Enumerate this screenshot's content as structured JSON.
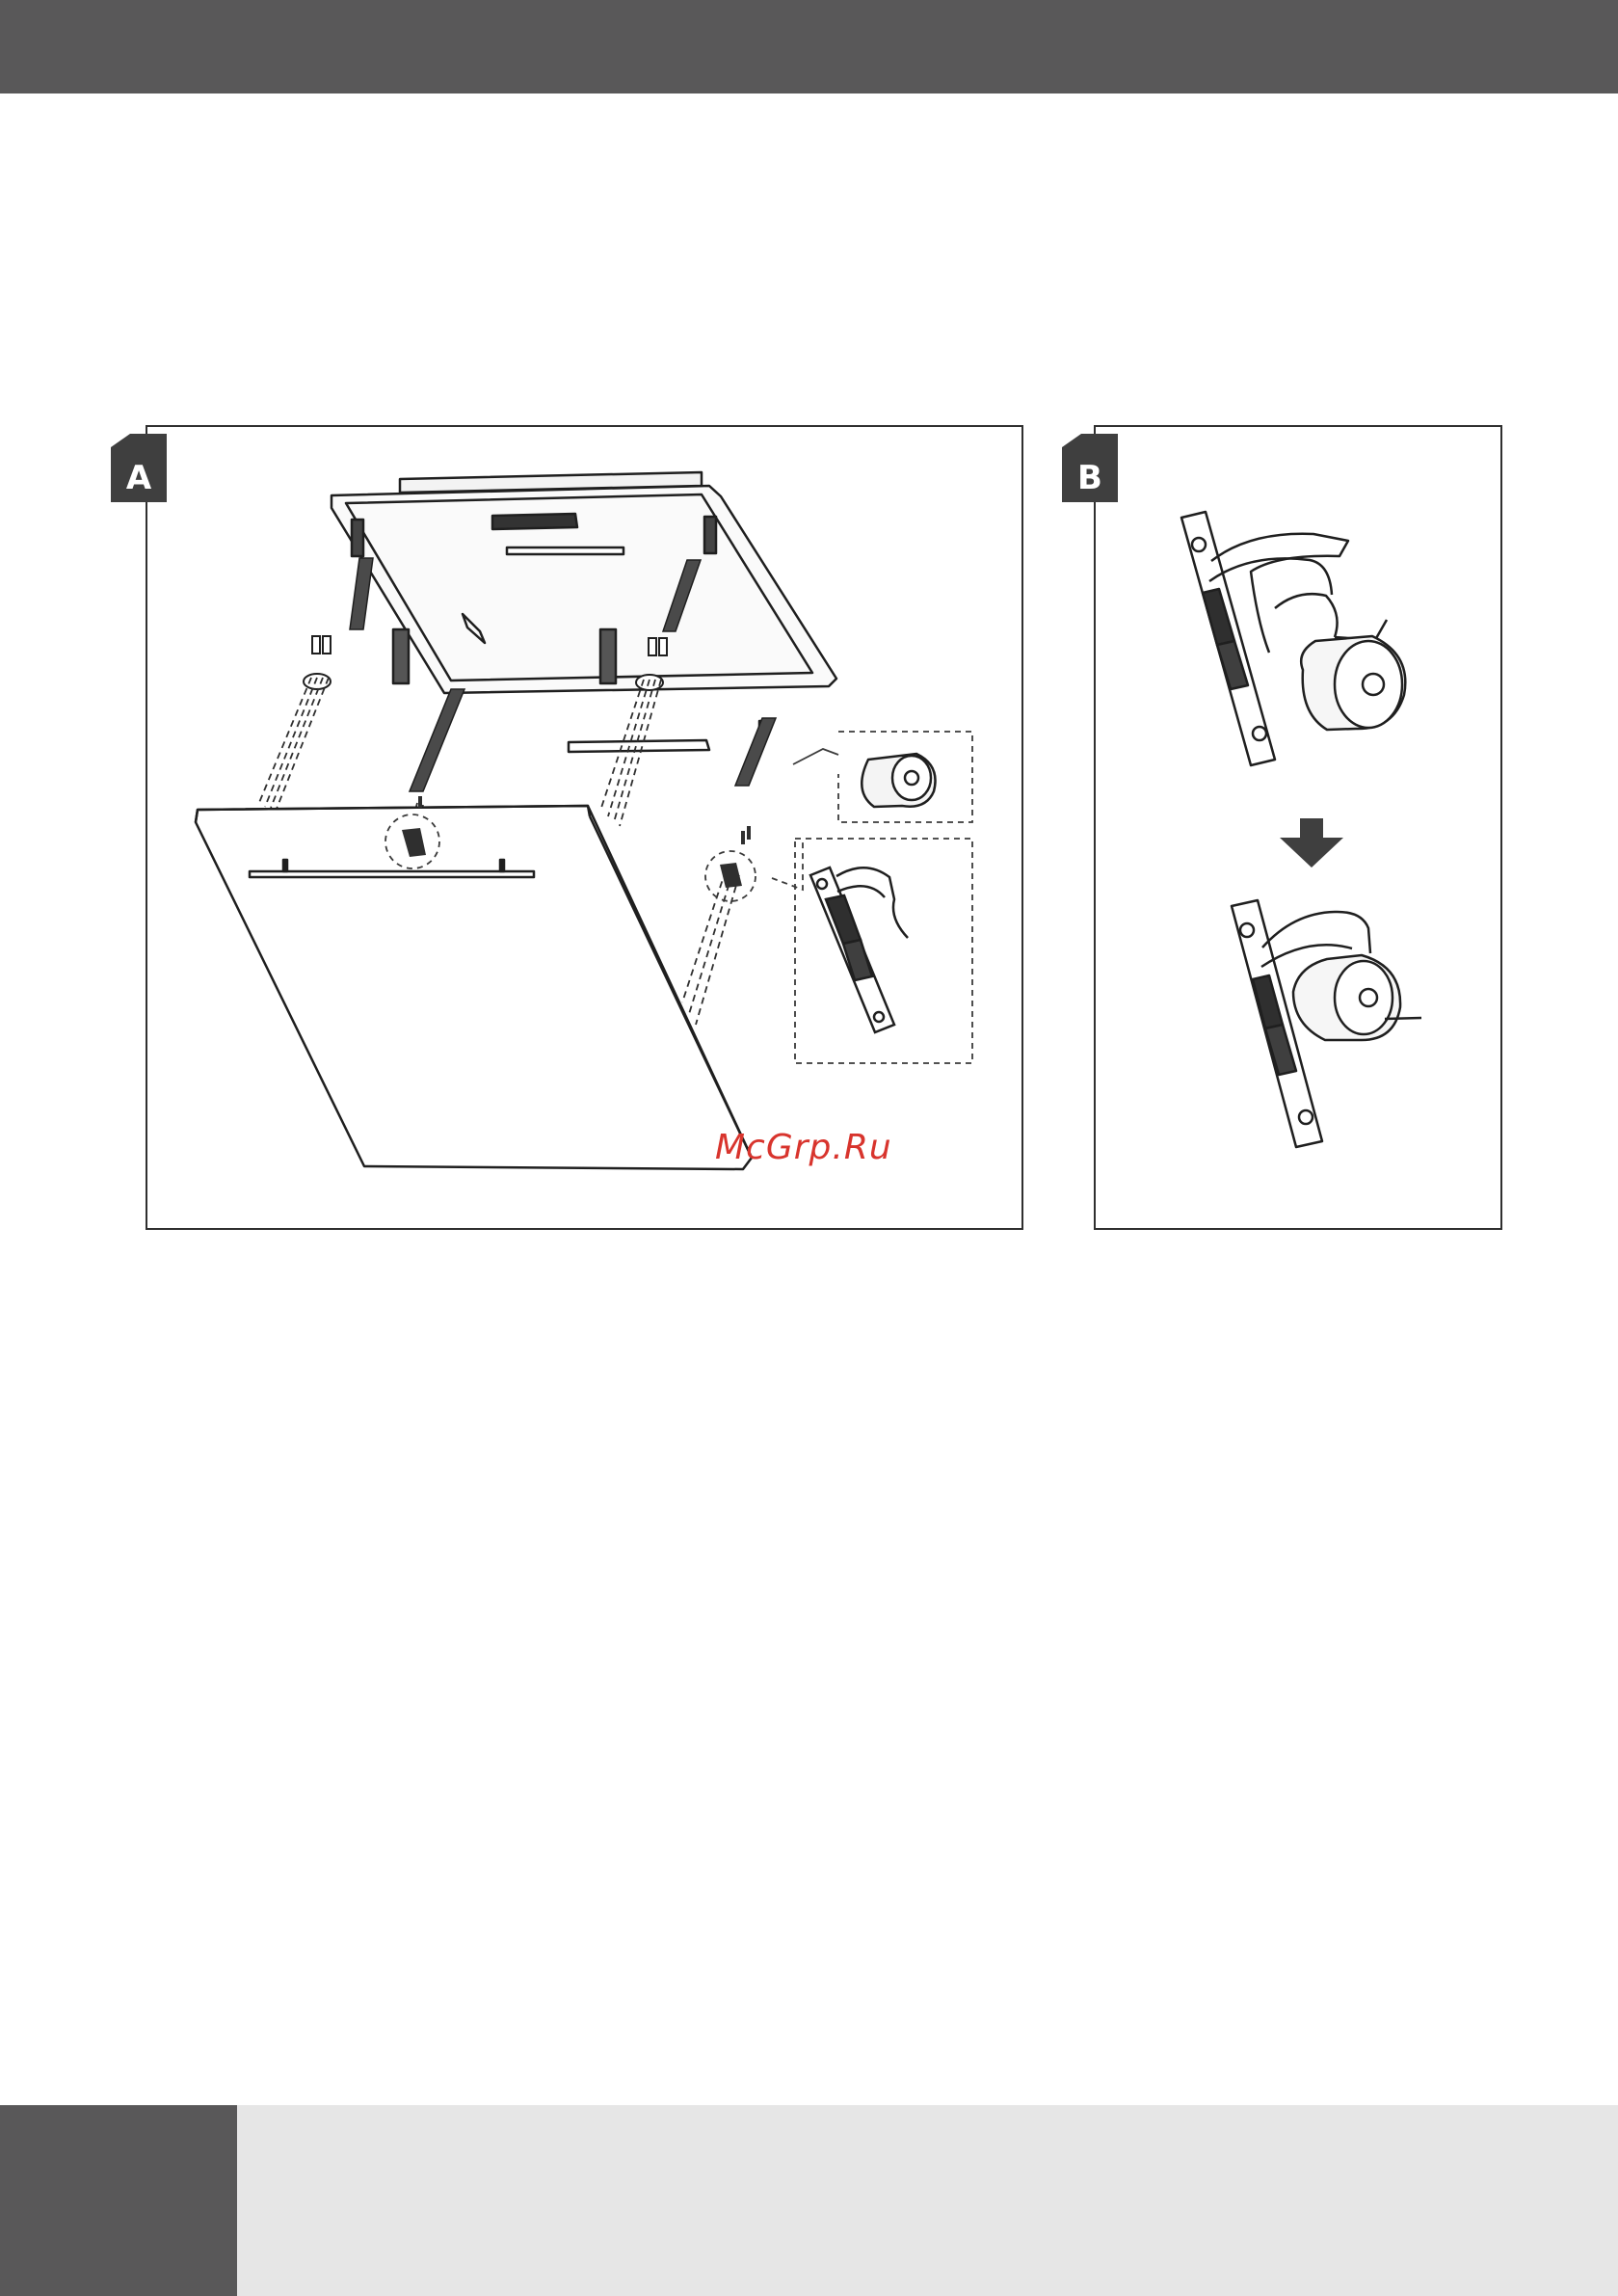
{
  "figures": [
    {
      "label": "A"
    },
    {
      "label": "B"
    }
  ],
  "watermark": "McGrp.Ru",
  "colors": {
    "header_bar": "#595859",
    "footer_band": "#e6e6e6",
    "badge": "#3f3f3f",
    "watermark": "#d8342d"
  }
}
